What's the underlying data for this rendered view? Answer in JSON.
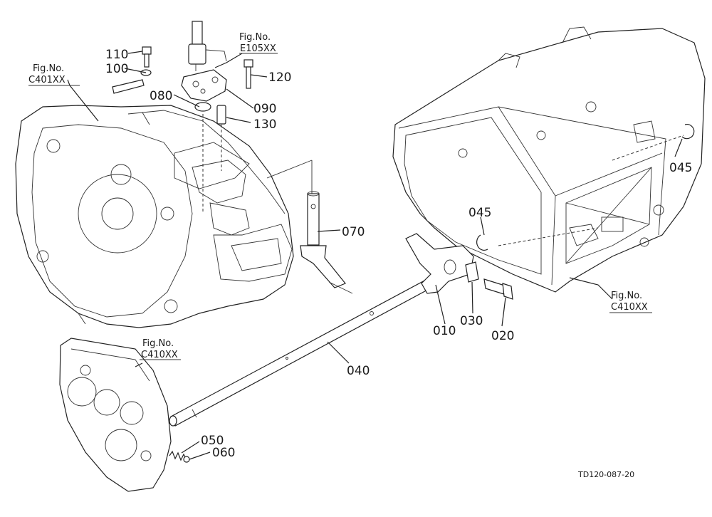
{
  "parts": {
    "p110": "110",
    "p100": "100",
    "p080": "080",
    "p120": "120",
    "p090": "090",
    "p130": "130",
    "p070": "070",
    "p045a": "045",
    "p045b": "045",
    "p010": "010",
    "p030": "030",
    "p020": "020",
    "p040": "040",
    "p050": "050",
    "p060": "060"
  },
  "figure_refs": {
    "c401": {
      "label": "Fig.No.",
      "code": "C401XX"
    },
    "e105": {
      "label": "Fig.No.",
      "code": "E105XX"
    },
    "c410_right": {
      "label": "Fig.No.",
      "code": "C410XX"
    },
    "c410_left": {
      "label": "Fig.No.",
      "code": "C410XX"
    }
  },
  "drawing_code": "TD120-087-20"
}
